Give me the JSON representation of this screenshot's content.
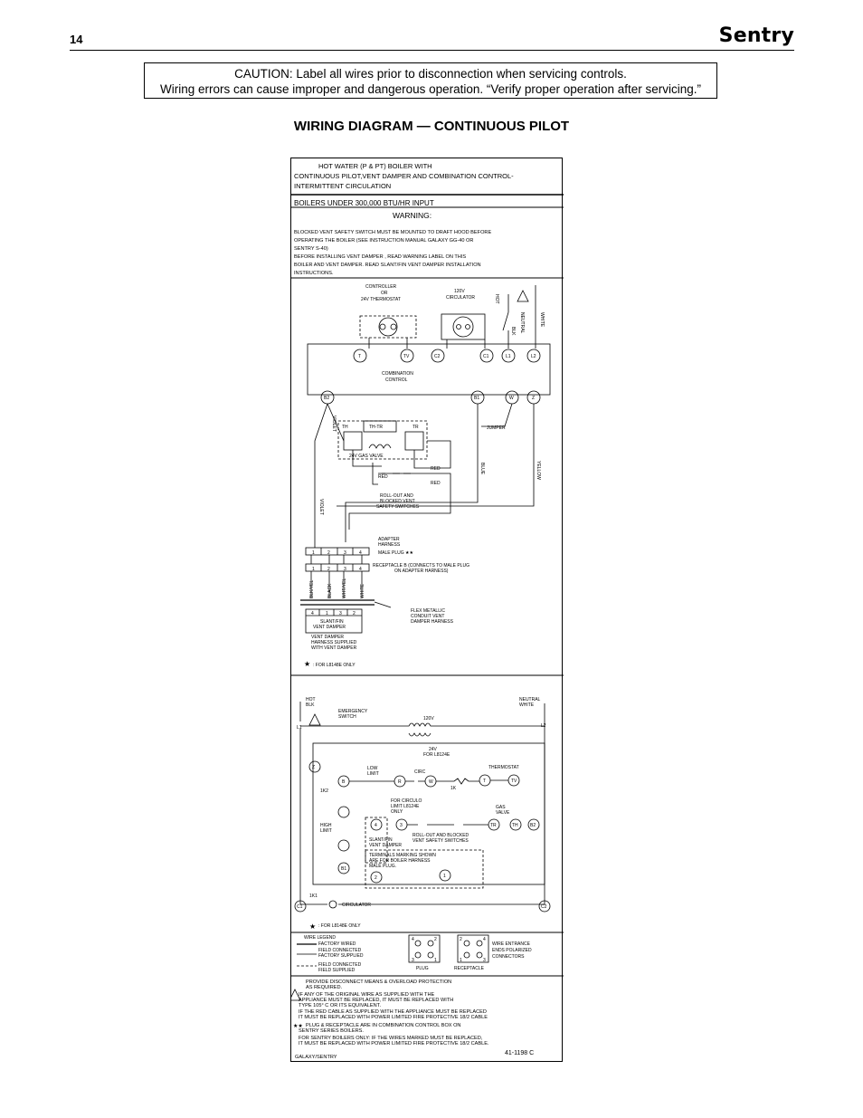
{
  "header": {
    "page_number": "14",
    "brand": "Sentry"
  },
  "caution": {
    "line1": "CAUTION:  Label all wires prior to disconnection when servicing controls.",
    "line2": "Wiring errors can cause improper and dangerous operation. “Verify proper operation after servicing.”"
  },
  "section_title": "WIRING DIAGRAM — CONTINUOUS PILOT",
  "diagram": {
    "header_lines": [
      "HOT WATER (P & PT) BOILER WITH",
      "CONTINUOUS PILOT,VENT DAMPER AND COMBINATION CONTROL-",
      " INTERMITTENT CIRCULATION"
    ],
    "boilers_line": "BOILERS UNDER  300,000 BTU/HR INPUT",
    "warning_title": "WARNING:",
    "warning_lines": [
      "BLOCKED VENT SAFETY SWITCH MUST BE MOUNTED TO DRAFT HOOD BEFORE",
      "OPERATING THE BOILER (SEE INSTRUCTION MANUAL GALAXY GG-40 OR",
      "SENTRY S-40)",
      "BEFORE INSTALLING VENT DAMPER , READ WARNING LABEL ON THIS",
      "BOILER AND VENT DAMPER. READ SLANT/FIN VENT DAMPER INSTALLATION",
      "INSTRUCTIONS."
    ],
    "upper": {
      "controller": [
        "CONTROLLER",
        "OR",
        "24V THERMOSTAT"
      ],
      "circulator": [
        "120V",
        "CIRCULATOR"
      ],
      "hot": "HOT",
      "blk": "BLK",
      "neutral": "NEUTRAL",
      "white": "WHITE",
      "terminals_top": [
        "T",
        "TV",
        "C2",
        "C1",
        "L1",
        "L2"
      ],
      "combination_control": [
        "COMBINATION",
        "CONTROL"
      ],
      "terminals_mid": [
        "B2",
        "B1",
        "W",
        "Z"
      ],
      "violet": "VIOLET",
      "th": "TH",
      "thtr": "TH-TR",
      "tr": "TR",
      "gas_valve": "24V GAS VALVE",
      "red": "RED",
      "rollout": [
        "ROLL-OUT AND",
        "BLOCKED VENT",
        "SAFETY SWITCHES"
      ],
      "blue": "BLUE",
      "yellow": "YELLOW",
      "jumper": "JUMPER",
      "adapter": [
        "ADAPTER",
        "HARNESS",
        "MALE PLUG ★★"
      ],
      "plug_pins": [
        "1",
        "2",
        "3",
        "4"
      ],
      "receptacle": [
        "RECEPTACLE B (CONNECTS TO MALE PLUG",
        "ON ADAPTER HARNESS)"
      ],
      "wire_colors": [
        "BLK/YEL",
        "BLACK",
        "WHT/YEL",
        "WHITE"
      ],
      "flex": [
        "FLEX METALLIC",
        "CONDUIT VENT",
        "DAMPER HARNESS"
      ],
      "damper_pins": [
        "4",
        "1",
        "3",
        "2"
      ],
      "slantfin": [
        "SLANT/FIN",
        "VENT DAMPER"
      ],
      "vent_harness": [
        "VENT DAMPER",
        "HARNESS SUPPLIED",
        "WITH VENT DAMPER"
      ],
      "l8148e": ": FOR L8148E ONLY"
    },
    "lower": {
      "hot": "HOT",
      "blk": "BLK",
      "emergency": [
        "EMERGENCY",
        "SWITCH"
      ],
      "neutral": [
        "NEUTRAL",
        "WHITE"
      ],
      "l1": "L1",
      "l2": "L2",
      "v120": "120V",
      "v24": "24V",
      "for_l8124e": "FOR L8124E",
      "z": "Z",
      "low_limit": [
        "LOW",
        "LIMIT"
      ],
      "circ": "CIRC",
      "thermostat": "THERMOSTAT",
      "b": "B",
      "r": "R",
      "w": "W",
      "k1": "1K",
      "t": "T",
      "tv": "TV",
      "k2": "1K2",
      "for_circulo": [
        "FOR CIRCULO",
        "LIMIT L8124E",
        "ONLY"
      ],
      "gas_valve": [
        "GAS",
        "VALVE"
      ],
      "high_limit": [
        "HIGH",
        "LIMIT"
      ],
      "n4": "4",
      "n3": "3",
      "tr": "TR",
      "th": "TH",
      "b2": "B2",
      "rollout": [
        "ROLL-OUT AND BLOCKED",
        "VENT SAFETY SWITCHES"
      ],
      "slantfin": [
        "SLANT/FIN",
        "VENT DAMPER"
      ],
      "terminals_marking": [
        "TERMINALS MARKING SHOWN",
        "ARE FOR BOILER HARNESS",
        "MALE PLUG."
      ],
      "b1": "B1",
      "n2": "2",
      "n1": "1",
      "k1b": "1K1",
      "c1": "C1",
      "c2": "C2",
      "circulator": "CIRCULATOR",
      "for_l8148e": ": FOR L8148E ONLY"
    },
    "legend": {
      "title": "WIRE LEGEND",
      "items": [
        "FACTORY WIRED",
        "FIELD CONNECTED",
        "FACTORY SUPPLIED",
        "FIELD CONNECTED",
        "FIELD SUPPLIED"
      ],
      "plug": "PLUG",
      "receptacle": "RECEPTACLE",
      "plug_pins": [
        "4",
        "2",
        "3",
        "1"
      ],
      "rec_pins": [
        "2",
        "4",
        "1",
        "3"
      ],
      "wire_entrance": [
        "WIRE ENTRANCE",
        "ENDS POLARIZED",
        "CONNECTORS"
      ]
    },
    "notes": [
      "PROVIDE DISCONNECT MEANS & OVERLOAD PROTECTION",
      "AS REQUIRED.",
      "IF ANY OF THE ORIGINAL WIRE AS SUPPLIED WITH THE",
      "APPLIANCE MUST BE REPLACED, IT MUST BE REPLACED WITH",
      "TYPE 105° C OR ITS EQUIVALENT.",
      "IF THE RED CABLE AS SUPPLIED WITH THE APPLIANCE MUST BE REPLACED",
      "IT MUST BE REPLACED WITH POWER LIMITED FIRE PROTECTIVE 18/2 CABLE",
      "PLUG & RECEPTACLE ARE IN COMBINATION CONTROL BOX ON",
      "SENTRY SERIES BOILERS.",
      "FOR SENTRY BOILERS ONLY: IF THE WIRES MARKED      MUST BE REPLACED,",
      "IT MUST BE REPLACED WITH POWER LIMITED FIRE PROTECTIVE 18/2 CABLE."
    ],
    "footer_left": "GALAXY/SENTRY",
    "footer_right": "41-1198 C"
  }
}
